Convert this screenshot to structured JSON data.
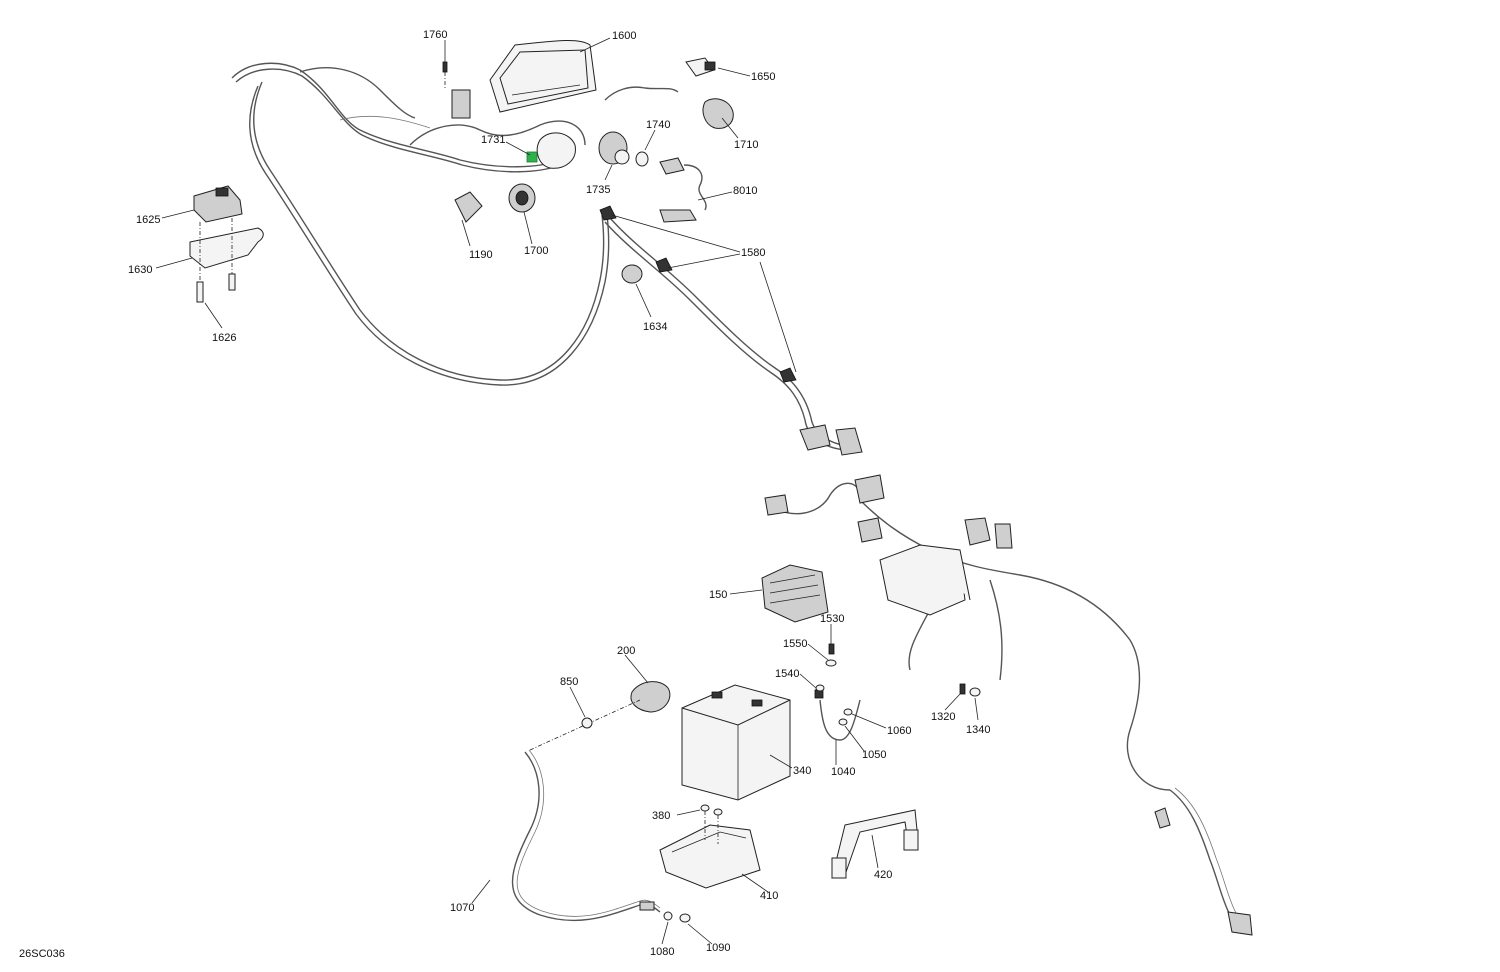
{
  "diagram_code": "26SC036",
  "callouts": [
    {
      "id": "c1760",
      "label": "1760"
    },
    {
      "id": "c1600",
      "label": "1600"
    },
    {
      "id": "c1650",
      "label": "1650"
    },
    {
      "id": "c1710",
      "label": "1710"
    },
    {
      "id": "c1731",
      "label": "1731"
    },
    {
      "id": "c1740",
      "label": "1740"
    },
    {
      "id": "c1735",
      "label": "1735"
    },
    {
      "id": "c8010",
      "label": "8010"
    },
    {
      "id": "c1625",
      "label": "1625"
    },
    {
      "id": "c1630",
      "label": "1630"
    },
    {
      "id": "c1626",
      "label": "1626"
    },
    {
      "id": "c1190",
      "label": "1190"
    },
    {
      "id": "c1700",
      "label": "1700"
    },
    {
      "id": "c1580",
      "label": "1580"
    },
    {
      "id": "c1634",
      "label": "1634"
    },
    {
      "id": "c150",
      "label": "150"
    },
    {
      "id": "c1530",
      "label": "1530"
    },
    {
      "id": "c1550",
      "label": "1550"
    },
    {
      "id": "c1540",
      "label": "1540"
    },
    {
      "id": "c200",
      "label": "200"
    },
    {
      "id": "c850",
      "label": "850"
    },
    {
      "id": "c1320",
      "label": "1320"
    },
    {
      "id": "c1340",
      "label": "1340"
    },
    {
      "id": "c1060",
      "label": "1060"
    },
    {
      "id": "c1050",
      "label": "1050"
    },
    {
      "id": "c1040",
      "label": "1040"
    },
    {
      "id": "c340",
      "label": "340"
    },
    {
      "id": "c380",
      "label": "380"
    },
    {
      "id": "c410",
      "label": "410"
    },
    {
      "id": "c420",
      "label": "420"
    },
    {
      "id": "c1070",
      "label": "1070"
    },
    {
      "id": "c1080",
      "label": "1080"
    },
    {
      "id": "c1090",
      "label": "1090"
    }
  ],
  "colors": {
    "line": "#222222",
    "highlight": "#2db34a",
    "background": "#ffffff"
  }
}
